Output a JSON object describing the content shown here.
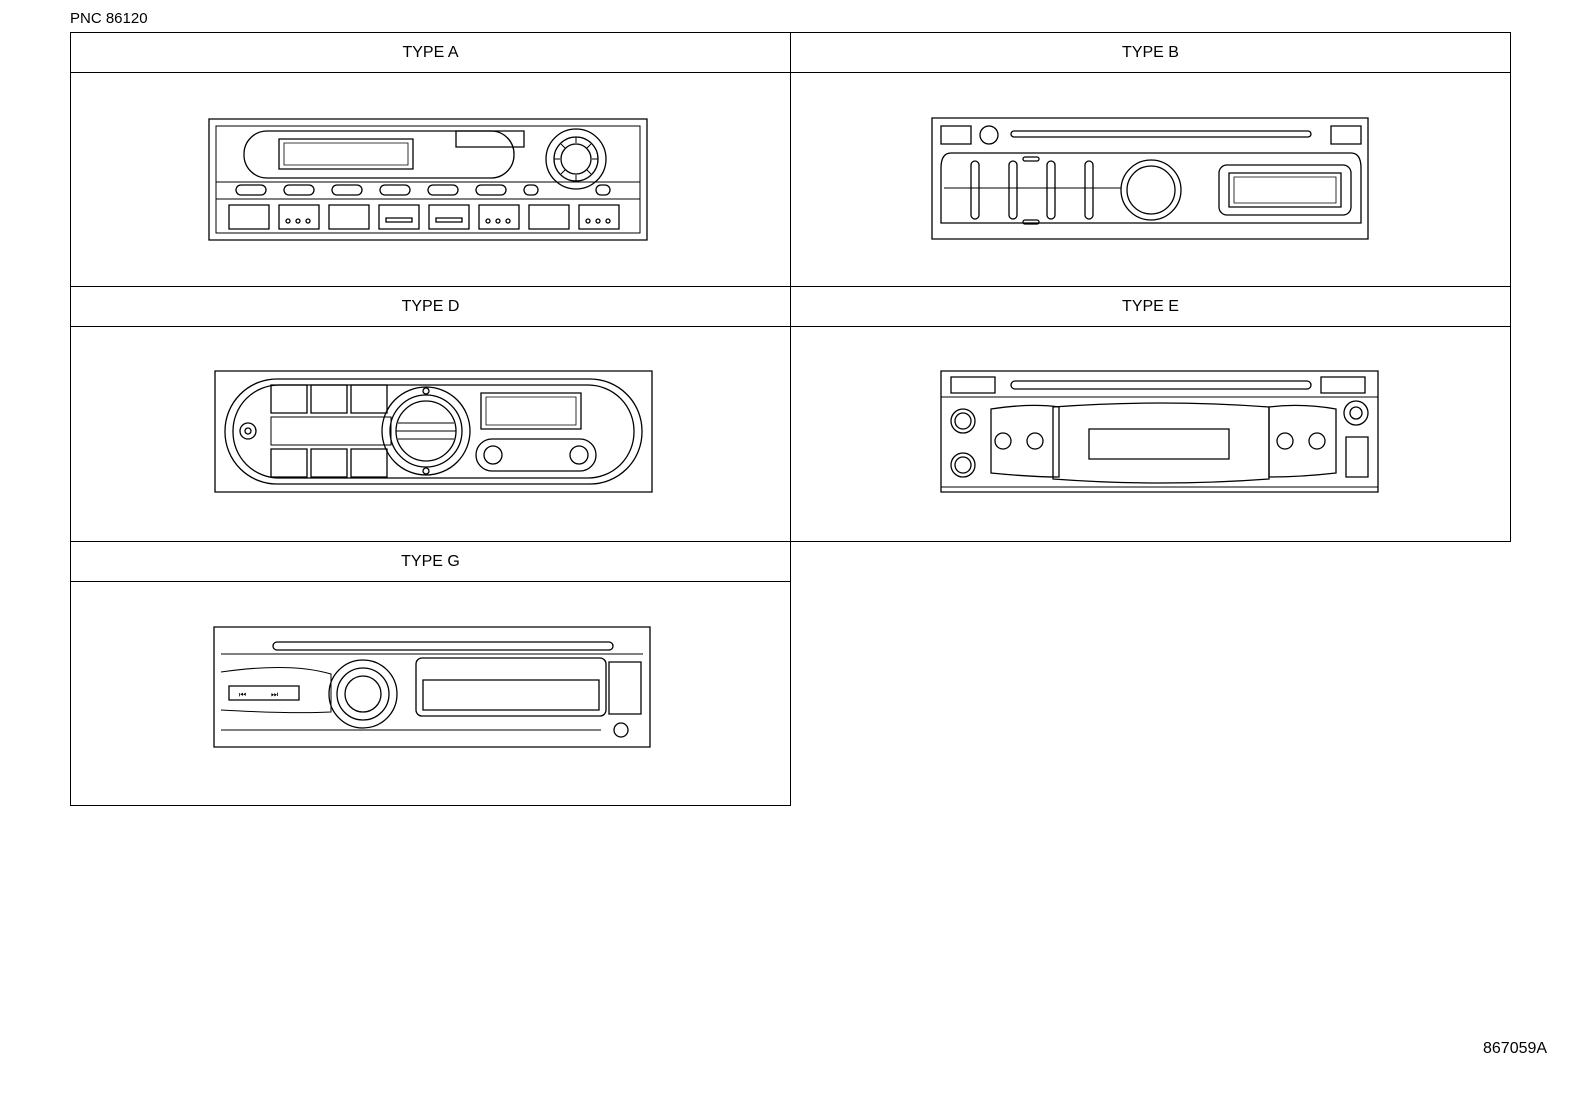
{
  "pnc_label": "PNC 86120",
  "document_id": "867059A",
  "panels": [
    {
      "key": "a",
      "title": "TYPE A"
    },
    {
      "key": "b",
      "title": "TYPE B"
    },
    {
      "key": "d",
      "title": "TYPE D"
    },
    {
      "key": "e",
      "title": "TYPE E"
    },
    {
      "key": "g",
      "title": "TYPE G"
    }
  ]
}
